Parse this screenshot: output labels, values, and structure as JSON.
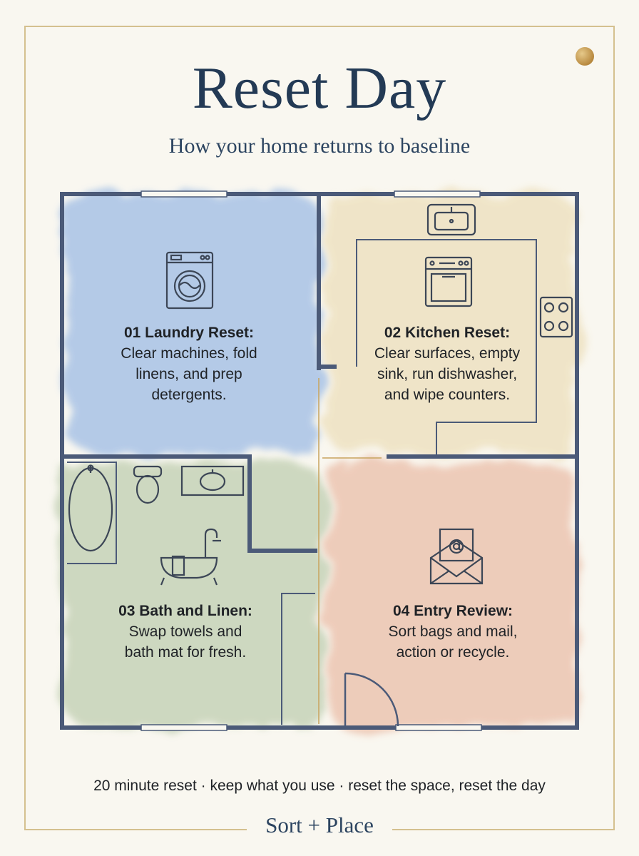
{
  "title": "Reset Day",
  "subtitle": "How your home returns to baseline",
  "rooms": [
    {
      "heading": "01 Laundry Reset:",
      "description": "Clear machines, fold\nlinens, and prep\ndetergents.",
      "icon": "washing-machine-icon",
      "color": "#a9c3e6"
    },
    {
      "heading": "02 Kitchen Reset:",
      "description": "Clear surfaces, empty\nsink, run dishwasher,\nand wipe counters.",
      "icon": "oven-icon",
      "color": "#efe3c4"
    },
    {
      "heading": "03 Bath and Linen:",
      "description": "Swap towels and\nbath mat for fresh.",
      "icon": "bathtub-icon",
      "color": "#c6d3b8"
    },
    {
      "heading": "04 Entry Review:",
      "description": "Sort bags and mail,\naction or recycle.",
      "icon": "mail-envelope-icon",
      "color": "#ecc5b1"
    }
  ],
  "footer": "20 minute reset · keep what you use · reset the space, reset the day",
  "brand": "Sort + Place",
  "colors": {
    "wall": "#4b5a78",
    "accent": "#c8a45e",
    "title": "#233a55"
  }
}
